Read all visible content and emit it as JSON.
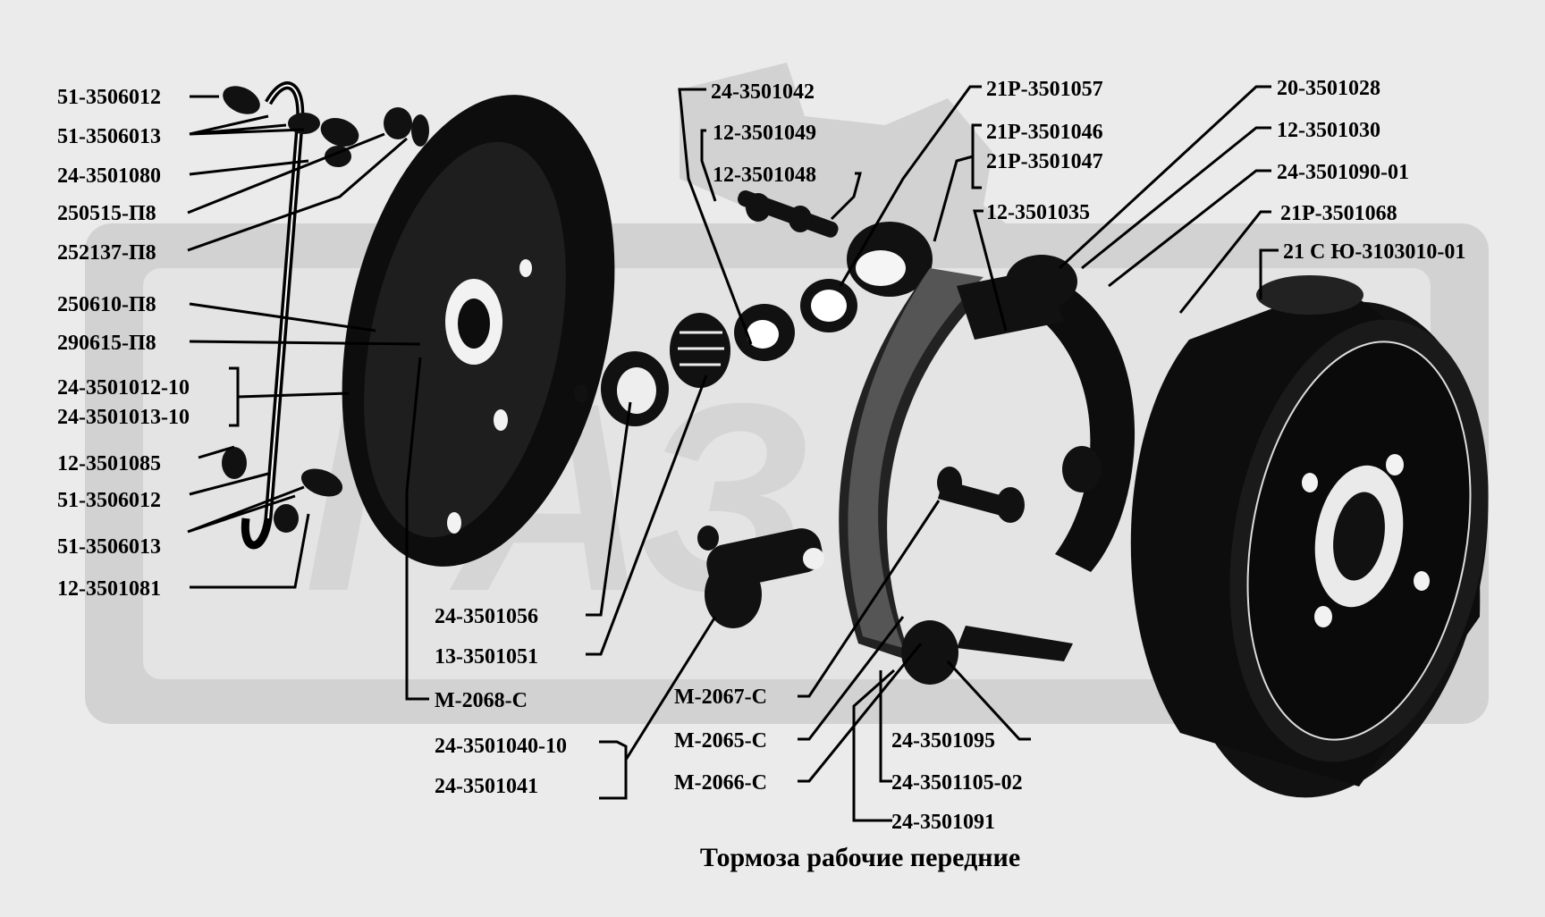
{
  "title": "Тормоза рабочие передние",
  "watermark": "ГАЗ",
  "colors": {
    "background": "#ebebeb",
    "watermark": "#d2d2d2",
    "ink": "#000000"
  },
  "labels": {
    "p51_3506012_top": "51-3506012",
    "p51_3506013_top": "51-3506013",
    "p24_3501080": "24-3501080",
    "p250515": "250515-П8",
    "p252137": "252137-П8",
    "p250610": "250610-П8",
    "p290615": "290615-П8",
    "p24_3501012": "24-3501012-10",
    "p24_3501013": "24-3501013-10",
    "p12_3501085": "12-3501085",
    "p51_3506012_bot": "51-3506012",
    "p51_3506013_bot": "51-3506013",
    "p12_3501081": "12-3501081",
    "p24_3501056": "24-3501056",
    "p13_3501051": "13-3501051",
    "pM2068": "М-2068-С",
    "p24_3501040": "24-3501040-10",
    "p24_3501041": "24-3501041",
    "p24_3501042": "24-3501042",
    "p12_3501049": "12-3501049",
    "p12_3501048": "12-3501048",
    "p21R_3501057": "21Р-3501057",
    "p21R_3501046": "21Р-3501046",
    "p21R_3501047": "21Р-3501047",
    "p12_3501035": "12-3501035",
    "p20_3501028": "20-3501028",
    "p12_3501030": "12-3501030",
    "p24_3501090": "24-3501090-01",
    "p21R_3501068": "21Р-3501068",
    "p21SYu": "21 С Ю-3103010-01",
    "pM2067": "М-2067-С",
    "pM2065": "М-2065-С",
    "pM2066": "М-2066-С",
    "p24_3501095": "24-3501095",
    "p24_3501105": "24-3501105-02",
    "p24_3501091": "24-3501091"
  }
}
